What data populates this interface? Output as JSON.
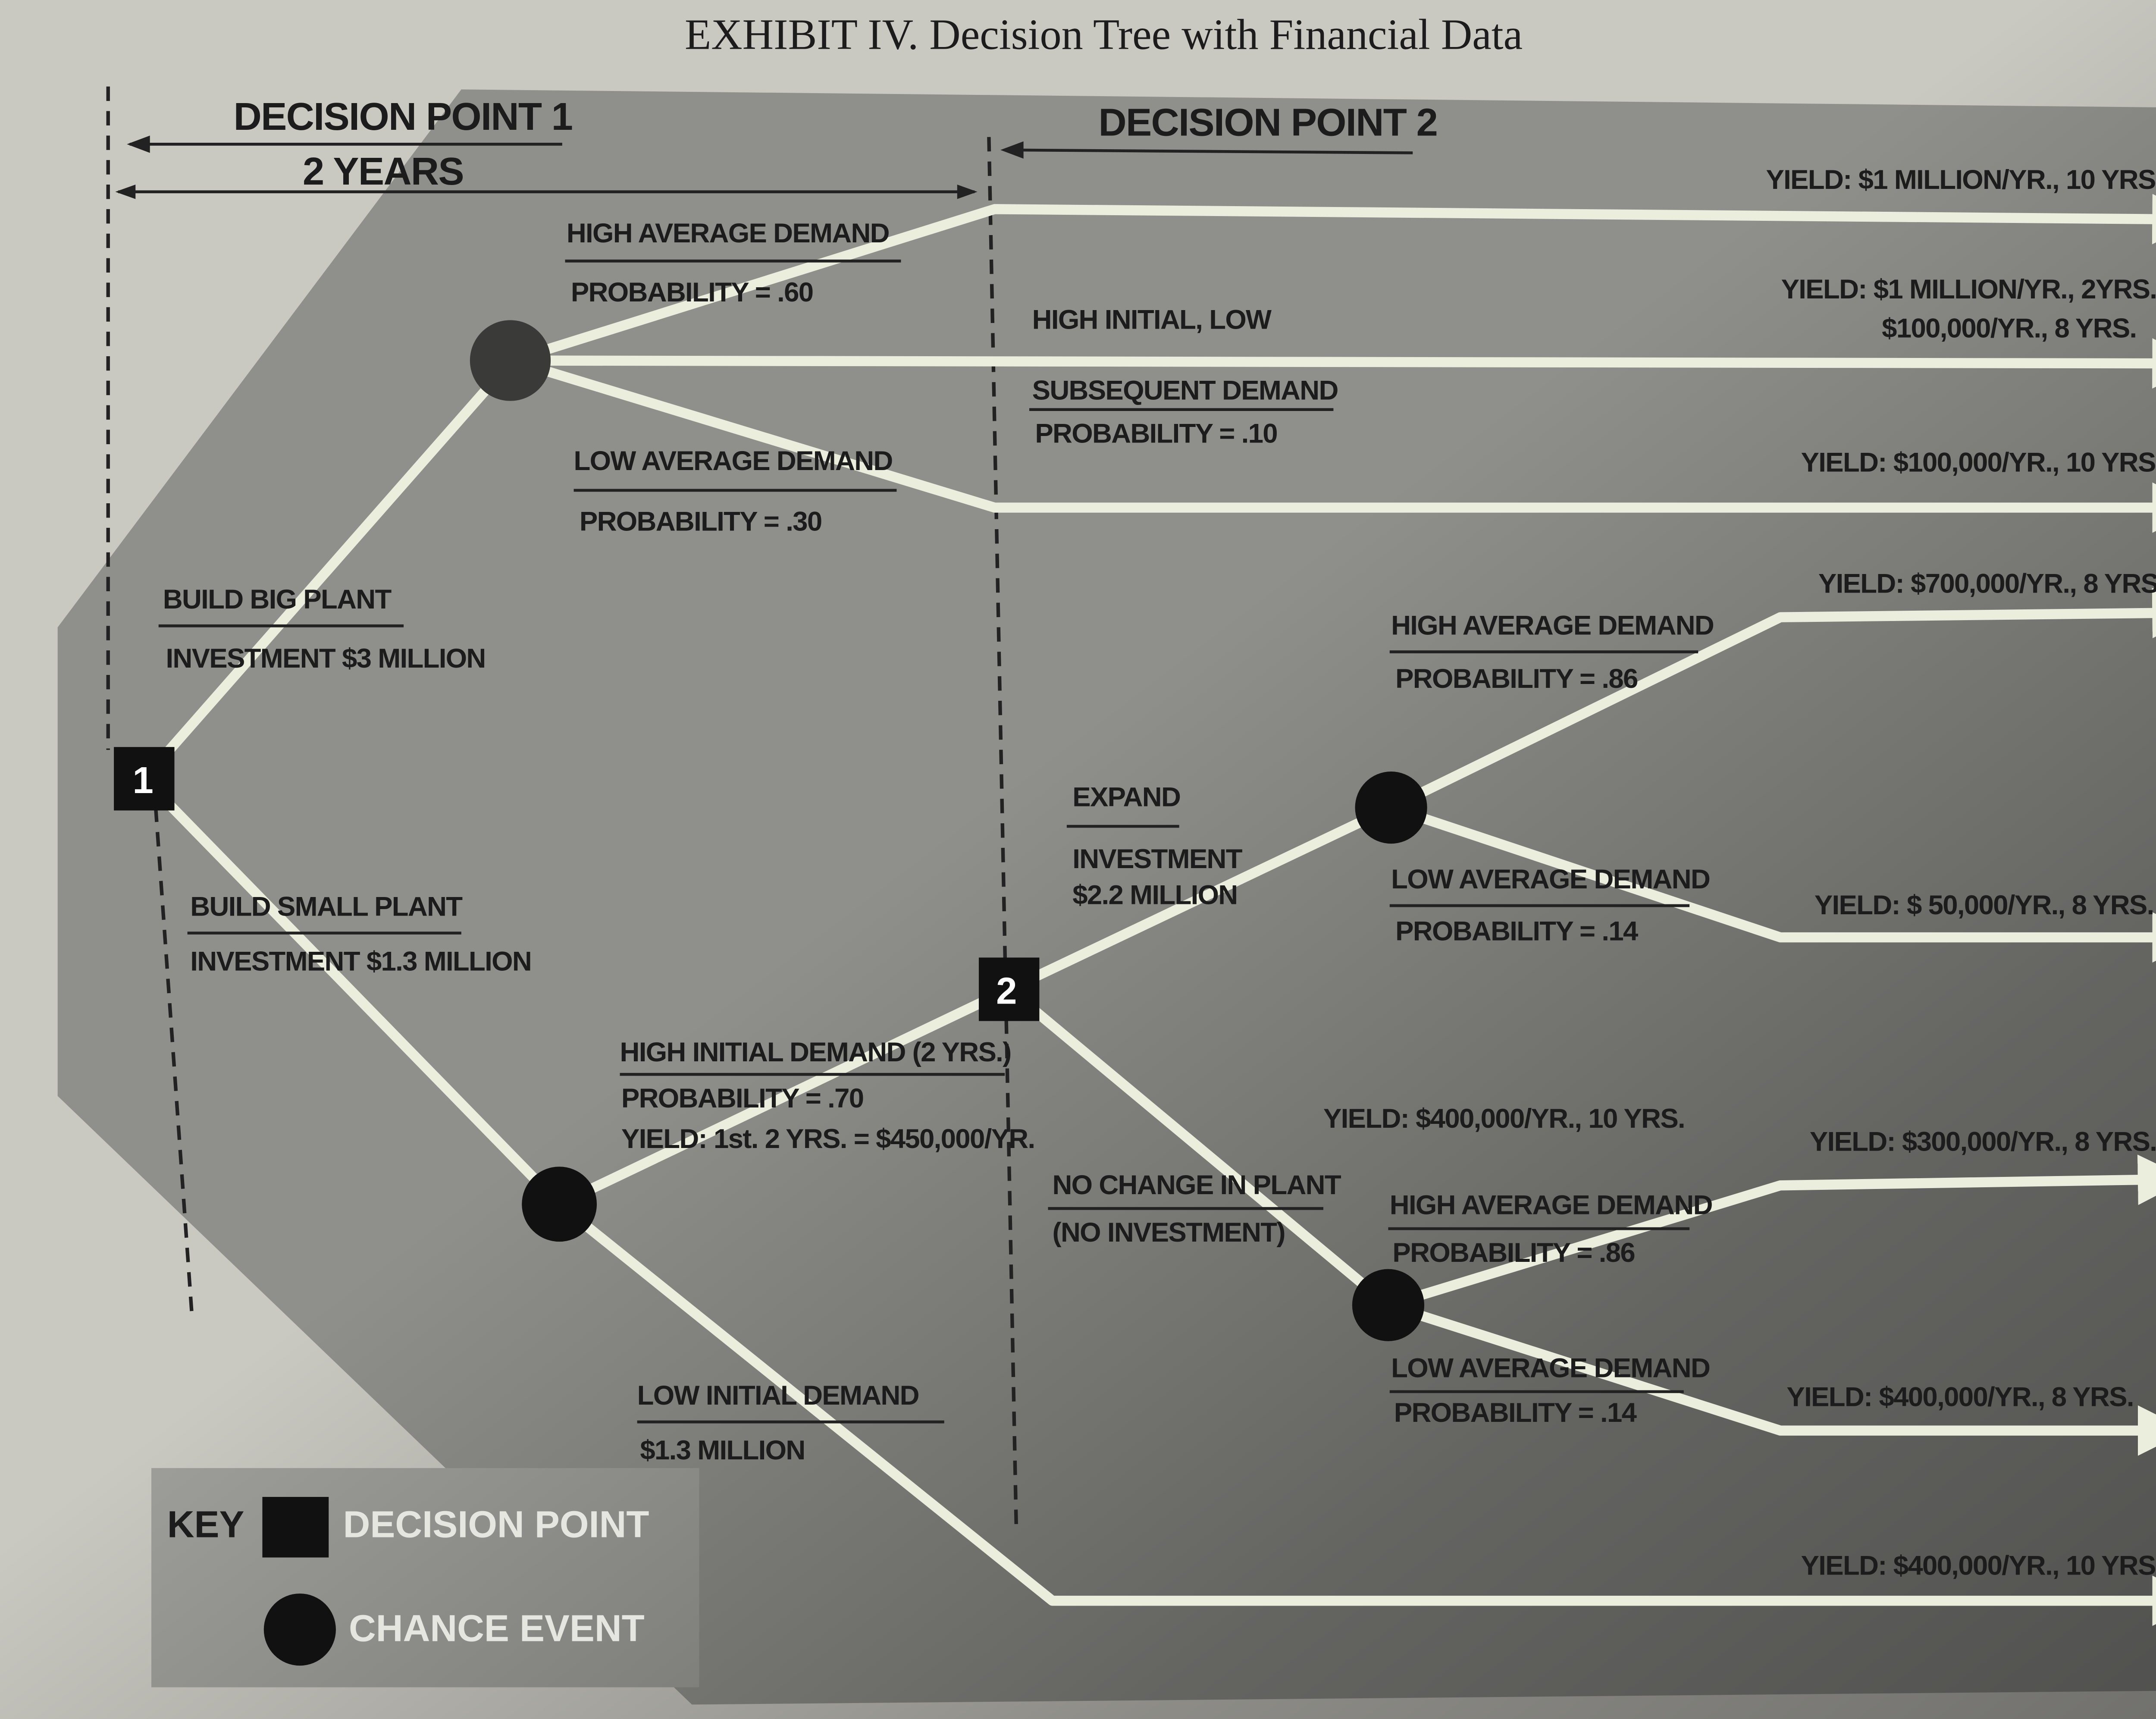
{
  "title": "EXHIBIT IV.   Decision Tree with Financial Data",
  "decision_point_1": "DECISION POINT 1",
  "decision_point_2": "DECISION POINT 2",
  "span": "2 YEARS",
  "nodes": {
    "d1": "1",
    "d2": "2"
  },
  "big_plant": {
    "label": "BUILD BIG PLANT",
    "investment": "INVESTMENT $3 MILLION",
    "high": {
      "label": "HIGH AVERAGE DEMAND",
      "prob": "PROBABILITY = .60",
      "yield": "YIELD: $1 MILLION/YR., 10 YRS."
    },
    "mixed": {
      "label1": "HIGH INITIAL, LOW",
      "label2": "SUBSEQUENT DEMAND",
      "prob": "PROBABILITY = .10",
      "yield1": "YIELD: $1 MILLION/YR., 2YRS.",
      "yield2": "$100,000/YR., 8 YRS."
    },
    "low": {
      "label": "LOW AVERAGE DEMAND",
      "prob": "PROBABILITY = .30",
      "yield": "YIELD: $100,000/YR., 10 YRS."
    }
  },
  "small_plant": {
    "label": "BUILD SMALL PLANT",
    "investment": "INVESTMENT $1.3 MILLION",
    "high_initial": {
      "label": "HIGH INITIAL DEMAND (2 YRS.)",
      "prob": "PROBABILITY = .70",
      "yield": "YIELD: 1st. 2 YRS. = $450,000/YR."
    },
    "low_initial": {
      "label": "LOW INITIAL DEMAND",
      "value": "$1.3 MILLION",
      "yield": "YIELD: $400,000/YR., 10 YRS."
    }
  },
  "expand": {
    "label": "EXPAND",
    "investment1": "INVESTMENT",
    "investment2": "$2.2 MILLION",
    "high": {
      "label": "HIGH AVERAGE DEMAND",
      "prob": "PROBABILITY = .86",
      "yield": "YIELD: $700,000/YR., 8 YRS."
    },
    "low": {
      "label": "LOW AVERAGE DEMAND",
      "prob": "PROBABILITY = .14",
      "yield": "YIELD: $ 50,000/YR., 8 YRS."
    }
  },
  "no_change": {
    "label": "NO CHANGE IN PLANT",
    "investment": "(NO INVESTMENT)",
    "pre_yield": "YIELD: $400,000/YR., 10 YRS.",
    "high": {
      "label": "HIGH AVERAGE DEMAND",
      "prob": "PROBABILITY = .86",
      "yield": "YIELD: $300,000/YR., 8 YRS."
    },
    "low": {
      "label": "LOW AVERAGE DEMAND",
      "prob": "PROBABILITY = .14",
      "yield": "YIELD: $400,000/YR., 8 YRS."
    }
  },
  "key": {
    "title": "KEY",
    "decision": "DECISION POINT",
    "chance": "CHANCE EVENT"
  },
  "colors": {
    "panel": "#8f8f8b",
    "line": "#eceedd",
    "node": "#111111"
  }
}
